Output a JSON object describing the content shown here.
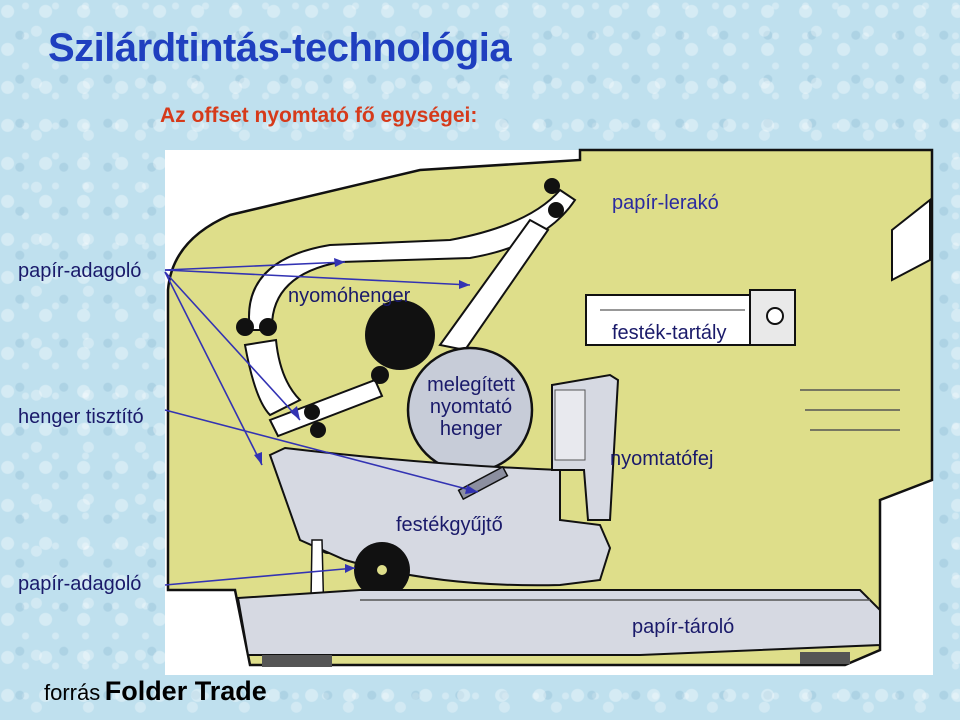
{
  "title": "Szilárdtintás-technológia",
  "subtitle": "Az offset nyomtató fő egységei:",
  "labels": {
    "paper_output": "papír-lerakó",
    "paper_feeder_top": "papír-adagoló",
    "print_roller": "nyomóhenger",
    "ink_tank": "festék-tartály",
    "roller_cleaner": "henger tisztító",
    "heated_roller_line1": "melegített",
    "heated_roller_line2": "nyomtató",
    "heated_roller_line3": "henger",
    "print_head": "nyomtatófej",
    "ink_collector": "festékgyűjtő",
    "paper_feeder_bottom": "papír-adagoló",
    "paper_tray": "papír-tároló"
  },
  "source": {
    "prefix": "forrás",
    "brand": "Folder Trade"
  },
  "colors": {
    "title": "#1f3fbf",
    "subtitle": "#d63a1a",
    "printer_body": "#dede8a",
    "panel": "#ffffff",
    "pointer": "#3333b3",
    "label": "#2a2aa0"
  }
}
